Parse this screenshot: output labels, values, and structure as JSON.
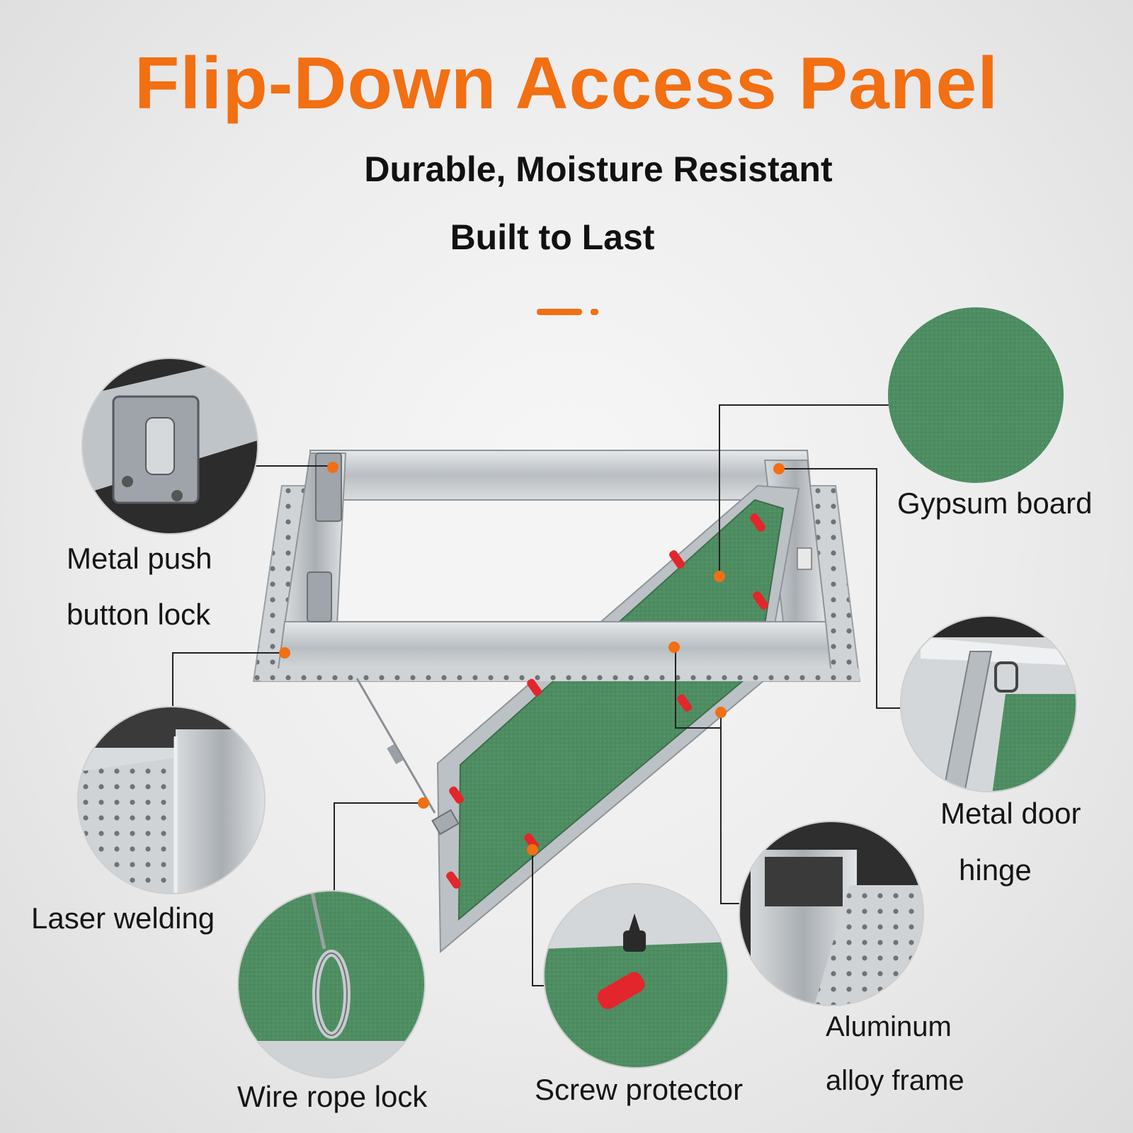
{
  "header": {
    "title": "Flip-Down Access Panel",
    "subtitle_line1": "Durable, Moisture Resistant",
    "subtitle_line2": "Built to Last"
  },
  "callouts": {
    "push_lock": {
      "line1": "Metal push",
      "line2": "button lock"
    },
    "gypsum": {
      "line1": "Gypsum board"
    },
    "hinge": {
      "line1": "Metal door",
      "line2": "hinge"
    },
    "welding": {
      "line1": "Laser welding"
    },
    "wire_rope": {
      "line1": "Wire rope lock"
    },
    "screw": {
      "line1": "Screw protector"
    },
    "frame": {
      "line1": "Aluminum",
      "line2": "alloy frame"
    }
  },
  "colors": {
    "accent": "#f26f12",
    "gypsum_green": "#4f8f62",
    "aluminum": "#c9cdd0",
    "screw_red": "#e3262b",
    "leader_line": "#222222"
  },
  "icons": {
    "push_lock": "push-button-lock-photo",
    "gypsum": "gypsum-board-texture",
    "hinge": "door-hinge-photo",
    "welding": "laser-welding-corner-photo",
    "wire_rope": "wire-rope-carabiner-photo",
    "screw": "screw-protector-photo",
    "frame": "aluminum-frame-corner-photo"
  }
}
